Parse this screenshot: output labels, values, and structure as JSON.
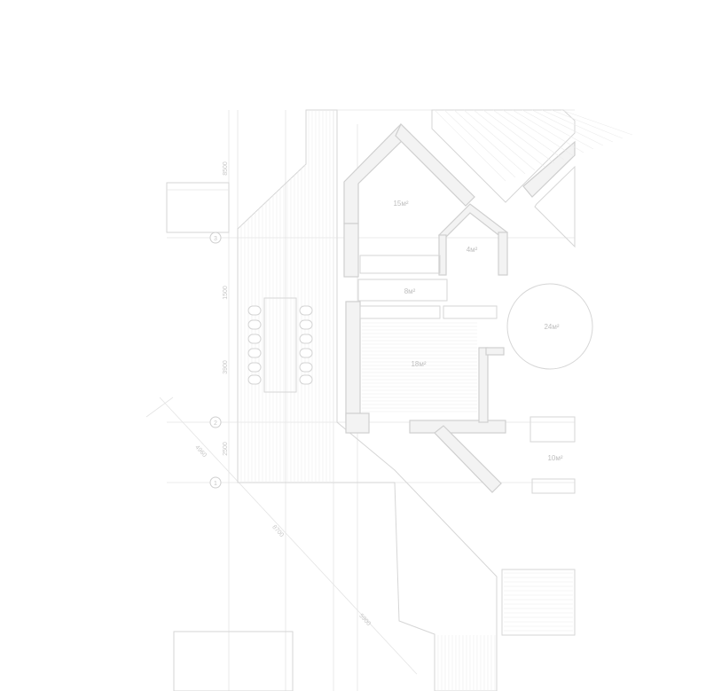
{
  "rooms": [
    {
      "id": "r1",
      "label": "15м²"
    },
    {
      "id": "r2",
      "label": "4м²"
    },
    {
      "id": "r3",
      "label": "8м²"
    },
    {
      "id": "r4",
      "label": "24м²"
    },
    {
      "id": "r5",
      "label": "18м²"
    },
    {
      "id": "r6",
      "label": "10м²"
    }
  ],
  "axes": [
    "3",
    "2",
    "1"
  ],
  "dimensions": {
    "top_vertical": "8500",
    "mid_vertical_1": "1500",
    "mid_vertical_2": "3900",
    "lower_vertical": "2500",
    "diag_1": "4960",
    "diag_2": "8700",
    "diag_3": "5900"
  }
}
